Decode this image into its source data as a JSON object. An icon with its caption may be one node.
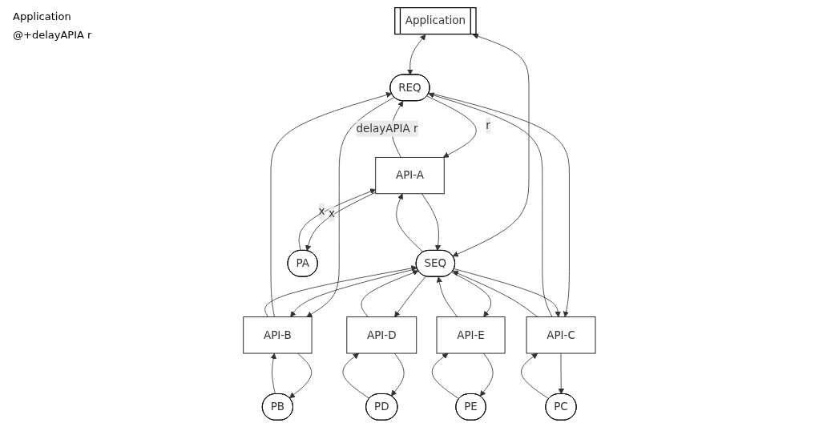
{
  "diagram": {
    "nodes": [
      {
        "text": [
          "Application"
        ]
      },
      {
        "text": [
          "REQ"
        ]
      },
      {
        "text": [
          "SEQ"
        ]
      },
      {
        "text": [
          "API-A"
        ]
      },
      {
        "text": [
          "API-B"
        ]
      },
      {
        "text": [
          "API-C"
        ]
      },
      {
        "text": [
          "API-D"
        ]
      },
      {
        "text": [
          "API-E"
        ]
      },
      {
        "text": [
          "PA"
        ]
      },
      {
        "text": [
          "PB"
        ]
      },
      {
        "text": [
          "PC"
        ]
      },
      {
        "text": [
          "PD"
        ]
      },
      {
        "text": [
          "PE"
        ]
      }
    ],
    "edges": [
      {
        "from": 0,
        "to": 1,
        "arrow": "both"
      },
      {
        "from": 0,
        "to": 2,
        "arrow": "both"
      },
      {
        "from": 3,
        "to": 1,
        "arrow": "to",
        "label": "delayAPIA r"
      },
      {
        "from": 1,
        "to": 3,
        "arrow": "to",
        "label": "r"
      },
      {
        "from": 3,
        "to": 2,
        "arrow": "to"
      },
      {
        "from": 2,
        "to": 3,
        "arrow": "to"
      },
      {
        "from": 4,
        "to": 1,
        "arrow": "to"
      },
      {
        "from": 1,
        "to": 4,
        "arrow": "to"
      },
      {
        "from": 4,
        "to": 2,
        "arrow": "to"
      },
      {
        "from": 2,
        "to": 4,
        "arrow": "to"
      },
      {
        "from": 5,
        "to": 1,
        "arrow": "to"
      },
      {
        "from": 1,
        "to": 5,
        "arrow": "to"
      },
      {
        "from": 5,
        "to": 2,
        "arrow": "to"
      },
      {
        "from": 2,
        "to": 5,
        "arrow": "to"
      },
      {
        "from": 2,
        "to": 6,
        "arrow": "to"
      },
      {
        "from": 6,
        "to": 2,
        "arrow": "to"
      },
      {
        "from": 2,
        "to": 7,
        "arrow": "to"
      },
      {
        "from": 7,
        "to": 2,
        "arrow": "to"
      },
      {
        "from": 8,
        "to": 3,
        "arrow": "to",
        "label": "x"
      },
      {
        "from": 3,
        "to": 8,
        "arrow": "to",
        "label": "x"
      },
      {
        "from": 9,
        "to": 4,
        "arrow": "to"
      },
      {
        "from": 4,
        "to": 9,
        "arrow": "to"
      },
      {
        "from": 10,
        "to": 5,
        "arrow": "to"
      },
      {
        "from": 5,
        "to": 10,
        "arrow": "to"
      },
      {
        "from": 11,
        "to": 6,
        "arrow": "to"
      },
      {
        "from": 6,
        "to": 11,
        "arrow": "to"
      },
      {
        "from": 12,
        "to": 7,
        "arrow": "to"
      },
      {
        "from": 7,
        "to": 12,
        "arrow": "to"
      }
    ],
    "labels": [
      "Application",
      "@+delayAPIA r"
    ]
  }
}
